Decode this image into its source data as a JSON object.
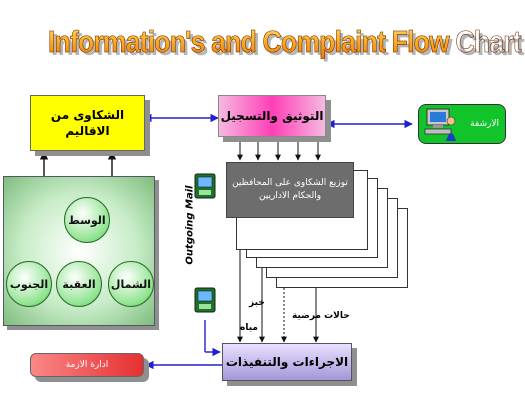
{
  "title": "Information's and Complaint Flow Chart",
  "boxes": {
    "regional_complaints": "الشكاوى من الاقاليم",
    "documentation": "التوثيق والتسجيل",
    "guidance": "الارشفة",
    "distribution": "توزيع الشكاوى على المحافظين والحكام الاداريين",
    "procedures": "الاجراءات والتنفيذات",
    "crisis_management": "ادارة الازمة"
  },
  "regions": {
    "center": "الوسط",
    "north": "الشمال",
    "aqaba": "العقبة",
    "south": "الجنوب"
  },
  "outgoing_mail": "Outgoing Mail",
  "categories": {
    "bread": "خبز",
    "water": "مياه",
    "medical": "حالات مرضية"
  },
  "icons": [
    "computer-user-icon",
    "mail-terminal-icon"
  ]
}
